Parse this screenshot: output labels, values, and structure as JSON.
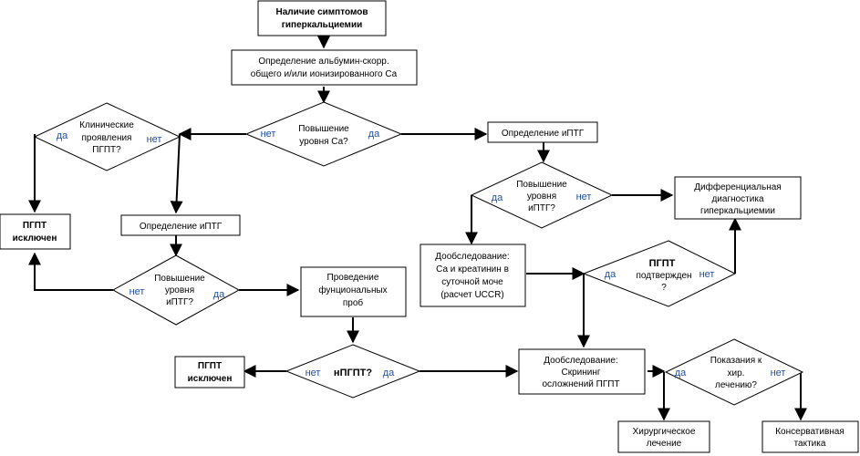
{
  "nodes": {
    "start": [
      "Наличие симптомов",
      "гиперкальциемии"
    ],
    "determine_ca": [
      "Определение альбумин-скорр.",
      "общего и/или ионизированного  Са"
    ],
    "ca_increase": [
      "Повышение",
      "уровня Са?"
    ],
    "clinical": [
      "Клинические",
      "проявления",
      "ПГПТ?"
    ],
    "pgpt_excluded_1": [
      "ПГПТ",
      "исключен"
    ],
    "ipth_left": [
      "Определение иПТГ"
    ],
    "ipth_increase_left": [
      "Повышение",
      "уровня",
      "иПТГ?"
    ],
    "functional_tests": [
      "Проведение",
      "фунциональных",
      "проб"
    ],
    "npgpt": [
      "нПГПТ?"
    ],
    "pgpt_excluded_2": [
      "ПГПТ",
      "исключен"
    ],
    "ipth_right": [
      "Определение иПТГ"
    ],
    "ipth_increase_right": [
      "Повышение",
      "уровня",
      "иПТГ?"
    ],
    "diff_diag": [
      "Дифференциальная",
      "диагностика",
      "гиперкальциемии"
    ],
    "extra_exam_1": [
      "Дообследование:",
      "Са и креатинин в",
      "суточной моче",
      "(расчет UCCR)"
    ],
    "pgpt_confirmed": [
      "ПГПТ",
      "подтвержден",
      "?"
    ],
    "extra_exam_2": [
      "Дообследование:",
      "Скрининг",
      "осложнений ПГПТ"
    ],
    "surgery_indications": [
      "Показания к",
      "хир.",
      "лечению?"
    ],
    "surgical": [
      "Хирургическое",
      "лечение"
    ],
    "conservative": [
      "Консервативная",
      "тактика"
    ]
  },
  "labels": {
    "ca_no": "нет",
    "ca_yes": "да",
    "clinical_yes": "да",
    "clinical_no": "нет",
    "ipth_left_no": "нет",
    "ipth_left_yes": "да",
    "npgpt_no": "нет",
    "npgpt_yes": "да",
    "ipth_right_yes": "да",
    "ipth_right_no": "нет",
    "confirmed_yes": "да",
    "confirmed_no": "нет",
    "surgery_yes": "да",
    "surgery_no": "нет"
  }
}
